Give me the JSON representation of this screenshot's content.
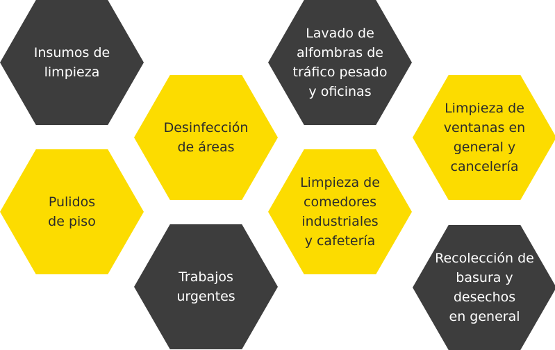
{
  "colors": {
    "dark": "#3d3d3d",
    "yellow": "#fcdc00",
    "text_light": "#ffffff",
    "text_dark": "#2b2b2b"
  },
  "services": [
    {
      "label": "Insumos de\nlimpieza",
      "style": "dark"
    },
    {
      "label": "Desinfección\nde áreas",
      "style": "yellow"
    },
    {
      "label": "Lavado de\nalfombras de\ntráfico pesado\ny oficinas",
      "style": "dark"
    },
    {
      "label": "Limpieza de\nventanas en\ngeneral y\ncancelería",
      "style": "yellow"
    },
    {
      "label": "Pulidos\nde piso",
      "style": "yellow"
    },
    {
      "label": "Limpieza de\ncomedores\nindustriales\ny cafetería",
      "style": "yellow"
    },
    {
      "label": "Trabajos\nurgentes",
      "style": "dark"
    },
    {
      "label": "Recolección de\nbasura y desechos\nen general",
      "style": "dark"
    }
  ]
}
